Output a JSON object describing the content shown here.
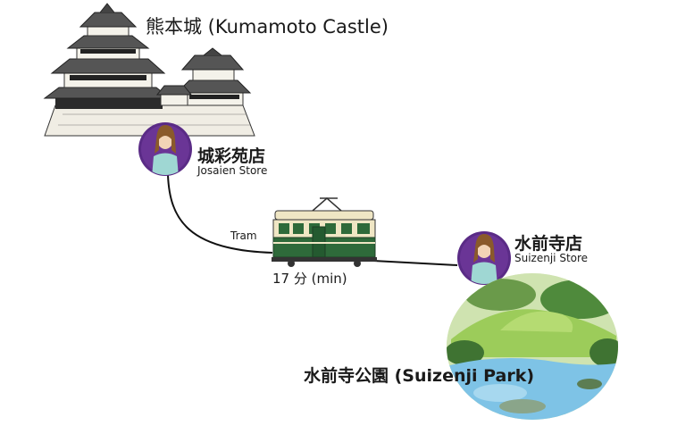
{
  "castle": {
    "title": "熊本城 (Kumamoto Castle)",
    "icon": "castle-illustration"
  },
  "stores": [
    {
      "name_jp": "城彩苑店",
      "name_en": "Josaien Store",
      "icon": "kimono-woman-avatar"
    },
    {
      "name_jp": "水前寺店",
      "name_en": "Suizenji Store",
      "icon": "kimono-woman-avatar"
    }
  ],
  "transport": {
    "mode_label": "Tram",
    "duration": "17 分 (min)",
    "icon": "tram-icon"
  },
  "park": {
    "title": "水前寺公園 (Suizenji Park)",
    "icon": "garden-illustration"
  },
  "colors": {
    "avatar_ring": "#5a2b86",
    "tram_green": "#2e6a3a",
    "tram_cream": "#efe6c4",
    "route_line": "#111111",
    "park_grass": "#9ccc5a",
    "park_water": "#7ec3e6"
  }
}
